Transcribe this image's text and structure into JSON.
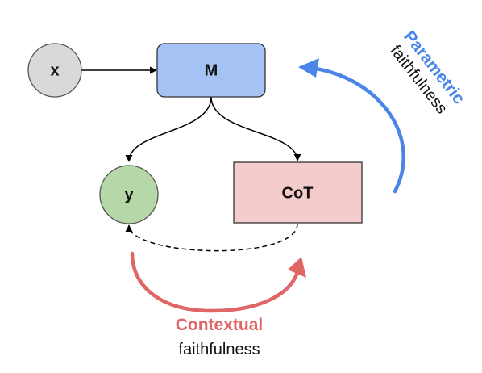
{
  "nodes": {
    "x": {
      "label": "x",
      "fill": "#d9d9d9"
    },
    "m": {
      "label": "M",
      "fill": "#a4c2f4"
    },
    "y": {
      "label": "y",
      "fill": "#b6d7a8"
    },
    "cot": {
      "label": "CoT",
      "fill": "#f4cccc"
    }
  },
  "annotations": {
    "parametric": {
      "title": "Parametric",
      "subtitle": "faithfulness",
      "color": "#4a86e8"
    },
    "contextual": {
      "title": "Contextual",
      "subtitle": "faithfulness",
      "color": "#e06666"
    }
  }
}
